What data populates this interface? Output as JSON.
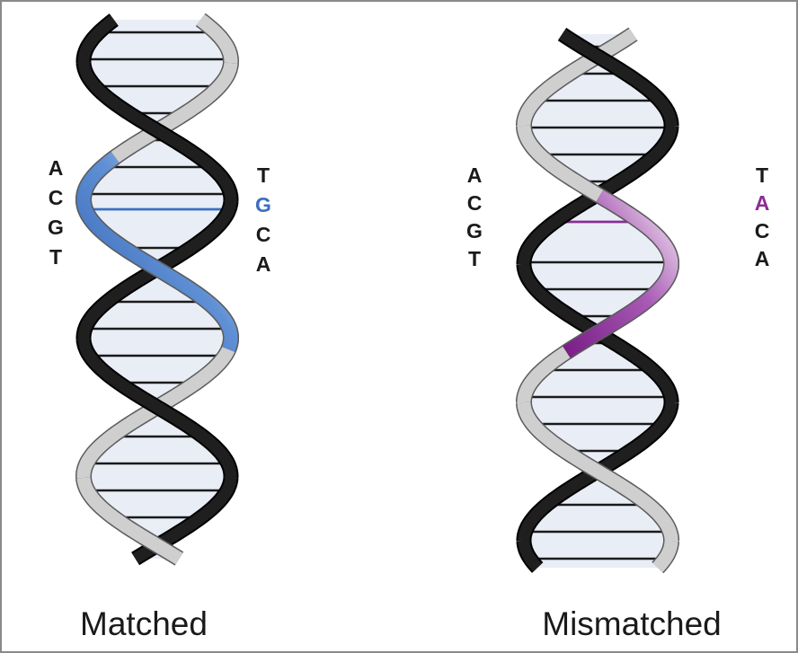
{
  "colors": {
    "pale_strand": "#cfcfcf",
    "pale_strand_edge": "#5c5c5c",
    "dark_strand": "#1f1f1f",
    "rung": "#1a1a1a",
    "fill": "#e9edf6",
    "text": "#1a1a1a",
    "matched_highlight": "#3a6fc0",
    "mismatched_highlight": "#8a2d94"
  },
  "helices": [
    {
      "id": "matched",
      "caption": "Matched",
      "left_bases": [
        "A",
        "C",
        "G",
        "T"
      ],
      "right_bases": [
        "T",
        "G",
        "C",
        "A"
      ],
      "highlight_index": 1,
      "highlight_color": "#3a6fc0"
    },
    {
      "id": "mismatched",
      "caption": "Mismatched",
      "left_bases": [
        "A",
        "C",
        "G",
        "T"
      ],
      "right_bases": [
        "T",
        "A",
        "C",
        "A"
      ],
      "highlight_index": 1,
      "highlight_color": "#8a2d94"
    }
  ]
}
